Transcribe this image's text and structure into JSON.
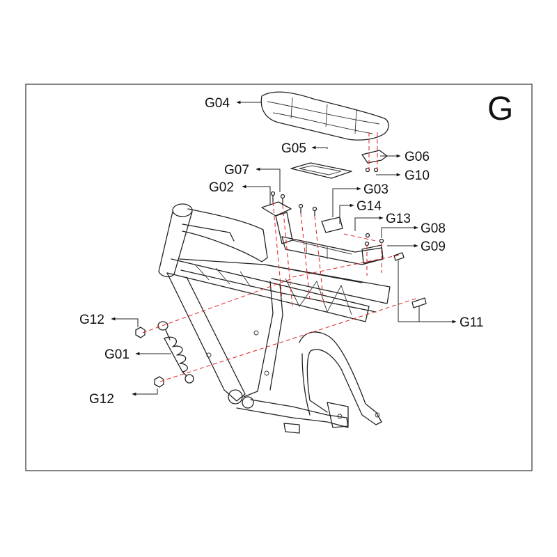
{
  "section_letter": "G",
  "callouts": {
    "G01": "G01",
    "G02": "G02",
    "G03": "G03",
    "G04": "G04",
    "G05": "G05",
    "G06": "G06",
    "G07": "G07",
    "G08": "G08",
    "G09": "G09",
    "G10": "G10",
    "G11": "G11",
    "G12_top": "G12",
    "G12_bottom": "G12",
    "G13": "G13",
    "G14": "G14"
  }
}
